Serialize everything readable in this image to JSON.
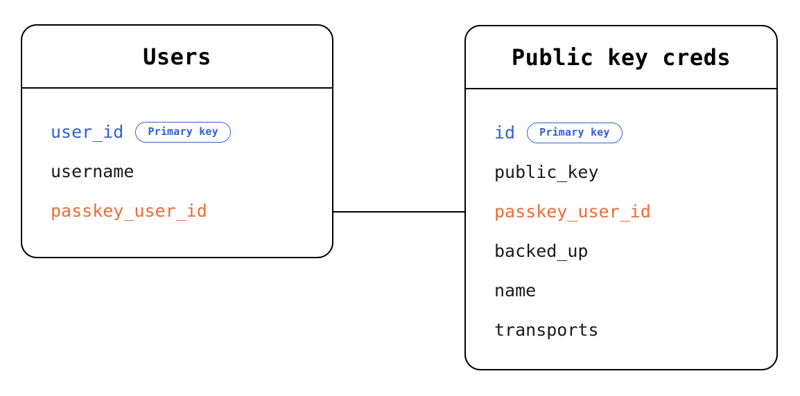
{
  "diagram": {
    "type": "entity-relationship-diagram",
    "background_color": "#ffffff",
    "colors": {
      "border": "#000000",
      "text": "#1a1a1a",
      "primary_key": "#3260d0",
      "foreign_key": "#ee6b36"
    },
    "entities": [
      {
        "id": "users",
        "title": "Users",
        "fields": [
          {
            "name": "user_id",
            "role": "primary_key",
            "badge": "Primary key"
          },
          {
            "name": "username",
            "role": "plain",
            "badge": null
          },
          {
            "name": "passkey_user_id",
            "role": "foreign_key",
            "badge": null
          }
        ]
      },
      {
        "id": "public_key_creds",
        "title": "Public key creds",
        "fields": [
          {
            "name": "id",
            "role": "primary_key",
            "badge": "Primary key"
          },
          {
            "name": "public_key",
            "role": "plain",
            "badge": null
          },
          {
            "name": "passkey_user_id",
            "role": "foreign_key",
            "badge": null
          },
          {
            "name": "backed_up",
            "role": "plain",
            "badge": null
          },
          {
            "name": "name",
            "role": "plain",
            "badge": null
          },
          {
            "name": "transports",
            "role": "plain",
            "badge": null
          }
        ]
      }
    ],
    "relationships": [
      {
        "from_entity": "users",
        "from_field": "passkey_user_id",
        "to_entity": "public_key_creds",
        "to_field": "passkey_user_id",
        "style": "straight-line"
      }
    ]
  }
}
